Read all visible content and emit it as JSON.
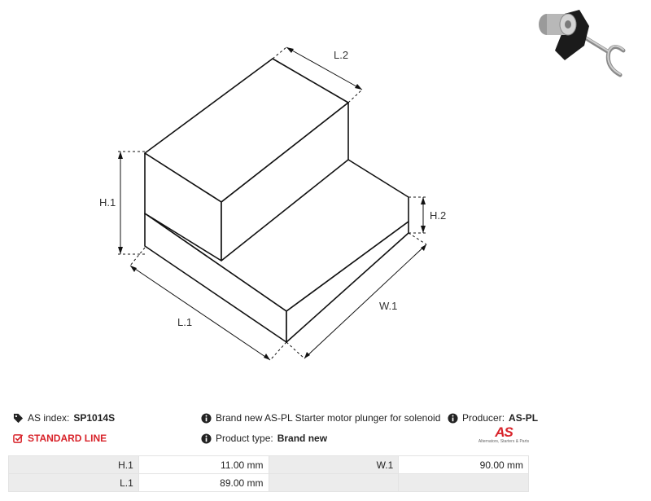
{
  "drawing": {
    "labels": {
      "l2": "L.2",
      "h1": "H.1",
      "h2": "H.2",
      "l1": "L.1",
      "w1": "W.1"
    }
  },
  "info": {
    "index_label": "AS index:",
    "index_value": "SP1014S",
    "description": "Brand new AS-PL Starter motor plunger for solenoid",
    "producer_label": "Producer:",
    "producer_value": "AS-PL",
    "line": "STANDARD LINE",
    "type_label": "Product type:",
    "type_value": "Brand new"
  },
  "logo": {
    "mark": "AS",
    "tagline": "Alternators, Starters & Parts"
  },
  "dimensions": {
    "rows": [
      [
        {
          "label": "H.1",
          "value": "11.00 mm"
        },
        {
          "label": "W.1",
          "value": "90.00 mm"
        }
      ],
      [
        {
          "label": "L.1",
          "value": "89.00 mm"
        },
        {
          "label": "",
          "value": ""
        }
      ]
    ]
  },
  "colors": {
    "accent": "#d8232a",
    "table_shade": "#ececec"
  },
  "icons": [
    "tag-icon",
    "info-icon",
    "checkbox-icon"
  ]
}
